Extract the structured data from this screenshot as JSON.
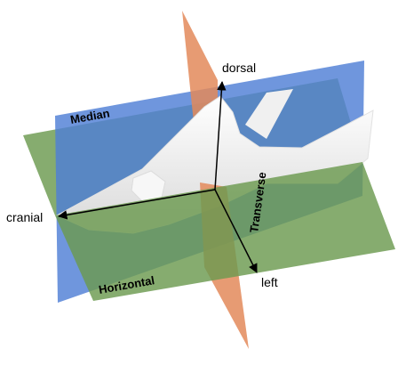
{
  "planes": {
    "median": {
      "label": "Median",
      "color": "#4f7fd6"
    },
    "horizontal": {
      "label": "Horizontal",
      "color": "#6b9a4f"
    },
    "transverse": {
      "label": "Transverse",
      "color": "#e38a5a"
    }
  },
  "axes": {
    "dorsal": "dorsal",
    "cranial": "cranial",
    "left": "left"
  },
  "illustration": {
    "subject": "shark-model",
    "color": "#f4f4f4"
  }
}
